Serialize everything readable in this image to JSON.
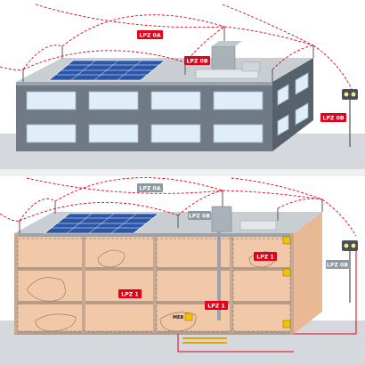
{
  "labels": {
    "top_lpz0a_roof": "LPZ 0A",
    "top_lpz0b_roof": "LPZ 0B",
    "top_lpz0b_side": "LPZ 0B",
    "bottom_lpz0a_sky": "LPZ 0A",
    "bottom_lpz0b_roof": "LPZ 0B",
    "bottom_lpz0b_side": "LPZ 0B",
    "bottom_lpz1_left": "LPZ 1",
    "bottom_lpz1_mid": "LPZ 1",
    "bottom_lpz1_right": "LPZ 1",
    "meb": "MEB"
  },
  "colors": {
    "lpz0a_fill": "#e3001b",
    "lpz0b_fill": "#8c99a3",
    "lpz1_fill": "#e3001b",
    "lightning_line": "#e3001b",
    "facade": "#6f7a84",
    "roof": "#c9ced3",
    "window": "#dfeef8",
    "solar": "#2b56a8",
    "interior": "#f2c9a8",
    "sky": "#e9ecef"
  }
}
